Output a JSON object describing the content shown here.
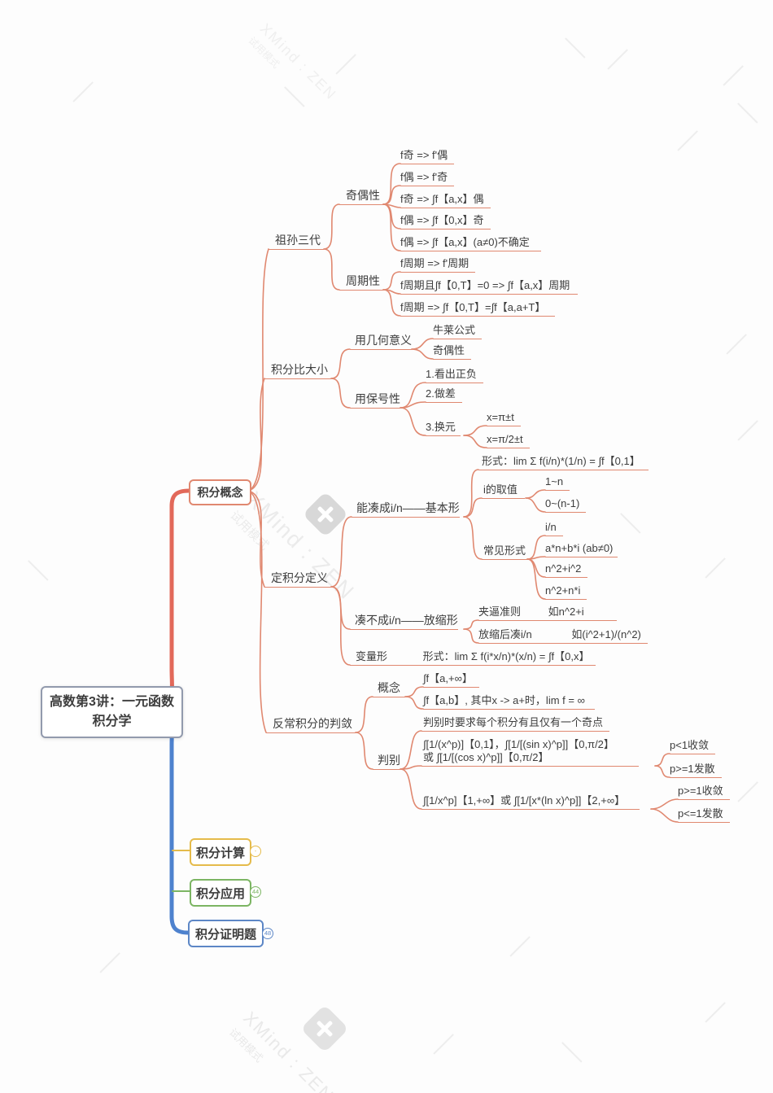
{
  "root": {
    "title": "高数第3讲：一元函数积分学"
  },
  "concept": {
    "label": "积分概念",
    "zusun": {
      "label": "祖孙三代",
      "parity": {
        "label": "奇偶性",
        "items": [
          "f奇 => f'偶",
          "f偶 => f'奇",
          "f奇 => ∫f【a,x】偶",
          "f偶 => ∫f【0,x】奇",
          "f偶 => ∫f【a,x】(a≠0)不确定"
        ]
      },
      "period": {
        "label": "周期性",
        "items": [
          "f周期 => f'周期",
          "f周期且∫f【0,T】=0 => ∫f【a,x】周期",
          "f周期 => ∫f【0,T】=∫f【a,a+T】"
        ]
      }
    },
    "compare": {
      "label": "积分比大小",
      "geo": {
        "label": "用几何意义",
        "items": [
          "牛莱公式",
          "奇偶性"
        ]
      },
      "sign": {
        "label": "用保号性",
        "items": [
          "1.看出正负",
          "2.做差"
        ],
        "sub": {
          "label": "3.换元",
          "items": [
            "x=π±t",
            "x=π/2±t"
          ]
        }
      }
    },
    "definite": {
      "label": "定积分定义",
      "basic": {
        "label": "能凑成i/n——基本形",
        "form": "形式：lim Σ f(i/n)*(1/n) = ∫f【0,1】",
        "ivalue": {
          "label": "i的取值",
          "items": [
            "1~n",
            "0~(n-1)"
          ]
        },
        "common": {
          "label": "常见形式",
          "items": [
            "i/n",
            "a*n+b*i (ab≠0)",
            "n^2+i^2",
            "n^2+n*i"
          ]
        }
      },
      "scaling": {
        "label": "凑不成i/n——放缩形",
        "rows": [
          {
            "left": "夹逼准则",
            "right": "如n^2+i"
          },
          {
            "left": "放缩后凑i/n",
            "right": "如(i^2+1)/(n^2)"
          }
        ]
      },
      "variable": {
        "label": "变量形",
        "form": "形式：lim Σ f(i*x/n)*(x/n) = ∫f【0,x】"
      }
    },
    "improper": {
      "label": "反常积分的判敛",
      "concept": {
        "label": "概念",
        "items": [
          "∫f【a,+∞】",
          "∫f【a,b】, 其中x -> a+时，lim f = ∞"
        ]
      },
      "judge": {
        "label": "判别",
        "note": "判别时要求每个积分有且仅有一个奇点",
        "case1": {
          "line1": "∫[1/(x^p)]【0,1】，∫[1/[(sin x)^p]]【0,π/2】",
          "line2": "或 ∫[1/[(cos x)^p]]【0,π/2】",
          "results": [
            "p<1收敛",
            "p>=1发散"
          ]
        },
        "case2": {
          "label": "∫[1/x^p]【1,+∞】或 ∫[1/[x*(ln x)^p]]【2,+∞】",
          "results": [
            "p>=1收敛",
            "p<=1发散"
          ]
        }
      }
    }
  },
  "bottom": {
    "calc": {
      "label": "积分计算",
      "badge": "-"
    },
    "apply": {
      "label": "积分应用",
      "badge": "44"
    },
    "proof": {
      "label": "积分证明题",
      "badge": "48"
    }
  },
  "watermark": {
    "brand": "XMind : ZEN",
    "trial": "试用模式"
  },
  "colors": {
    "branch": "#E08870",
    "trunk_red": "#E2695A",
    "trunk_blue": "#4E82CE",
    "yellow": "#E5BB4B",
    "green": "#7CB563",
    "blue": "#5D87C6"
  }
}
